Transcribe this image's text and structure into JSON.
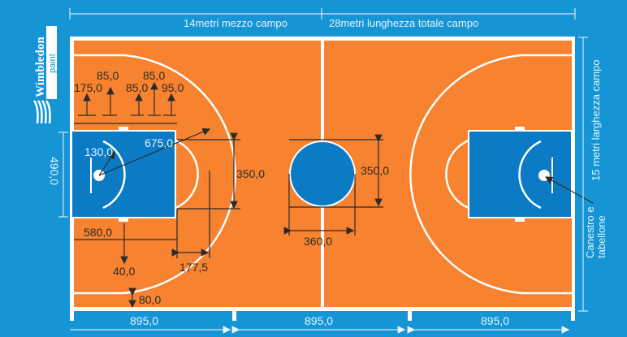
{
  "logo": {
    "brand": "Wimbledon",
    "sub": "paint"
  },
  "labels": {
    "half_court": "14metri mezzo campo",
    "total_length": "28metri lunghezza totale campo",
    "width": "15 metri larghezza campo",
    "basket_line1": "Canestro e",
    "basket_line2": "tabellone"
  },
  "dims": {
    "d175": "175,0",
    "d85a": "85,0",
    "d85b": "85,0",
    "d85c": "85,0",
    "d95": "95,0",
    "d490": "490,0",
    "d130": "130,0",
    "d675": "675,0",
    "d350a": "350,0",
    "d580": "580,0",
    "d40": "40,0",
    "d1775": "177,5",
    "d80": "80,0",
    "d350b": "350,0",
    "d360": "360,0",
    "b1": "895,0",
    "b2": "895,0",
    "b3": "895,0"
  },
  "colors": {
    "background": "#1595d5",
    "court": "#f7822f",
    "key": "#0a7bc4",
    "lines": "#ffffff"
  }
}
